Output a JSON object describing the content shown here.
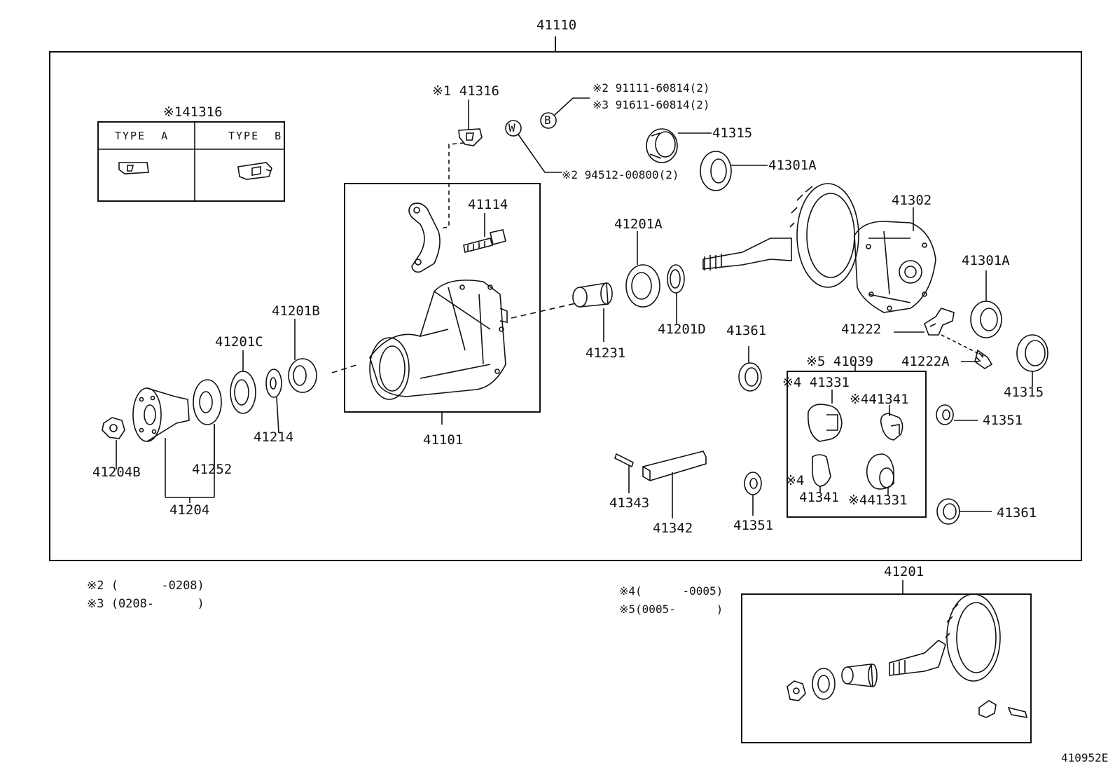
{
  "diagram_id": "410952E",
  "main_assembly": "41110",
  "carrier_box_label": "41101",
  "type_table": {
    "title": "※141316",
    "type_a": "TYPE  A",
    "type_b": "TYPE  B"
  },
  "fasteners": {
    "b_marker": "B",
    "w_marker": "W",
    "b_ref_2": "※2 91111-60814(2)",
    "b_ref_3": "※3 91611-60814(2)",
    "w_ref_2": "※2 94512-00800(2)"
  },
  "parts": {
    "p41316": "※1 41316",
    "p41114": "41114",
    "p41315_top": "41315",
    "p41301a_top": "41301A",
    "p41302": "41302",
    "p41301a_right": "41301A",
    "p41201a": "41201A",
    "p41231": "41231",
    "p41201d": "41201D",
    "p41361_mid": "41361",
    "p41222": "41222",
    "p41222a": "41222A",
    "p41315_right": "41315",
    "p41039": "※5 41039",
    "p41331_a": "※4 41331",
    "p41341_a": "※441341",
    "p41341_b_mark": "※4",
    "p41341_b": "41341",
    "p41331_b": "※441331",
    "p41351_right": "41351",
    "p41343": "41343",
    "p41342": "41342",
    "p41351_mid": "41351",
    "p41361_right": "41361",
    "p41201b": "41201B",
    "p41201c": "41201C",
    "p41214": "41214",
    "p41252": "41252",
    "p41204b": "41204B",
    "p41204": "41204",
    "p41201_kit": "41201"
  },
  "notes": {
    "n2": "※2 (      -0208)",
    "n3": "※3 (0208-      )",
    "n4": "※4(      -0005)",
    "n5": "※5(0005-      )"
  }
}
